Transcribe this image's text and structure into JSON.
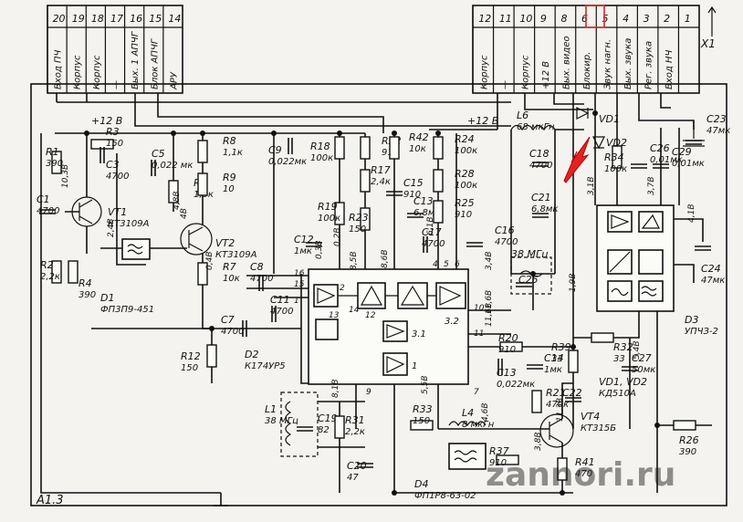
{
  "board_label": "A1.3",
  "watermark": "zannori.ru",
  "connector_label": "X1",
  "left_connector": {
    "pins": [
      {
        "num": "20",
        "name": "Вход ПЧ"
      },
      {
        "num": "19",
        "name": "Корпус"
      },
      {
        "num": "18",
        "name": "Корпус"
      },
      {
        "num": "17",
        "name": "—"
      },
      {
        "num": "16",
        "name": "Вых. 1 АПЧГ"
      },
      {
        "num": "15",
        "name": "Блок АПЧГ"
      },
      {
        "num": "14",
        "name": "АРУ"
      }
    ]
  },
  "right_connector": {
    "pins": [
      {
        "num": "12",
        "name": "Корпус"
      },
      {
        "num": "11",
        "name": "—"
      },
      {
        "num": "10",
        "name": "Корпус"
      },
      {
        "num": "9",
        "name": "+12 В"
      },
      {
        "num": "8",
        "name": "Вых. видео"
      },
      {
        "num": "6",
        "name": "Блокир."
      },
      {
        "num": "5",
        "name": "Звук нагн."
      },
      {
        "num": "4",
        "name": "Вых. звука"
      },
      {
        "num": "3",
        "name": "Рег. звука"
      },
      {
        "num": "2",
        "name": "Вход НЧ"
      },
      {
        "num": "1",
        "name": ""
      }
    ]
  },
  "supply_labels": {
    "left": "+12 В",
    "mid": "+12 В"
  },
  "components": {
    "R1": {
      "ref": "R1",
      "value": "390"
    },
    "R2": {
      "ref": "R2",
      "value": "2,2к"
    },
    "R3": {
      "ref": "R3",
      "value": "150"
    },
    "C3": {
      "ref": "C3",
      "value": "4700"
    },
    "C1": {
      "ref": "C1",
      "value": "4700"
    },
    "VT1": {
      "ref": "VT1",
      "value": "КТ3109А"
    },
    "R4": {
      "ref": "R4",
      "value": "390"
    },
    "D1": {
      "ref": "D1",
      "value": "ФП3П9-451"
    },
    "C5": {
      "ref": "C5",
      "value": "0,022 мк"
    },
    "R8": {
      "ref": "R8",
      "value": "1,1к"
    },
    "R6": {
      "ref": "R6",
      "value": "1,5к"
    },
    "R9": {
      "ref": "R9",
      "value": "10"
    },
    "VT2": {
      "ref": "VT2",
      "value": "КТ3109А"
    },
    "R7": {
      "ref": "R7",
      "value": "10к"
    },
    "C9": {
      "ref": "C9",
      "value": "0,022мк"
    },
    "R18": {
      "ref": "R18",
      "value": "100к"
    },
    "R22": {
      "ref": "R22",
      "value": "910"
    },
    "R42": {
      "ref": "R42",
      "value": "10к"
    },
    "R17": {
      "ref": "R17",
      "value": "2,4к"
    },
    "C15": {
      "ref": "C15",
      "value": "910"
    },
    "R23": {
      "ref": "R23",
      "value": "150"
    },
    "C13": {
      "ref": "C13",
      "value": "6,8мк"
    },
    "R24": {
      "ref": "R24",
      "value": "100к"
    },
    "R28": {
      "ref": "R28",
      "value": "100к"
    },
    "R25": {
      "ref": "R25",
      "value": "910"
    },
    "R19": {
      "ref": "R19",
      "value": "100к"
    },
    "C12": {
      "ref": "C12",
      "value": "1мк"
    },
    "C17": {
      "ref": "C17",
      "value": "4700"
    },
    "C16": {
      "ref": "C16",
      "value": "4700"
    },
    "C8": {
      "ref": "C8",
      "value": "4700"
    },
    "C11": {
      "ref": "C11",
      "value": "4700"
    },
    "C7": {
      "ref": "C7",
      "value": "4700"
    },
    "R12": {
      "ref": "R12",
      "value": "150"
    },
    "D2": {
      "ref": "D2",
      "value": "К174УР5"
    },
    "L6": {
      "ref": "L6",
      "value": "68 мкГн"
    },
    "C18": {
      "ref": "C18",
      "value": "4700"
    },
    "C21": {
      "ref": "C21",
      "value": "6,8мк"
    },
    "C25": {
      "ref": "C25",
      "value": ""
    },
    "R20": {
      "ref": "R20",
      "value": "910"
    },
    "C13b": {
      "ref": "C13",
      "value": "0,022мк"
    },
    "C14": {
      "ref": "C14",
      "value": "1мк"
    },
    "R39": {
      "ref": "R39",
      "value": "33"
    },
    "C22": {
      "ref": "C22",
      "value": ""
    },
    "L1": {
      "ref": "L1",
      "value": "38 МГц"
    },
    "C19": {
      "ref": "C19",
      "value": "82"
    },
    "R31": {
      "ref": "R31",
      "value": "2,2к"
    },
    "C20": {
      "ref": "C20",
      "value": "47"
    },
    "R33": {
      "ref": "R33",
      "value": "150"
    },
    "L4": {
      "ref": "L4",
      "value": "8 мкГн"
    },
    "D4": {
      "ref": "D4",
      "value": "ФП1Р8-63-02"
    },
    "R37": {
      "ref": "R37",
      "value": "910"
    },
    "R21": {
      "ref": "R21",
      "value": "470к"
    },
    "VT4": {
      "ref": "VT4",
      "value": "КТ315Б"
    },
    "R41": {
      "ref": "R41",
      "value": "470"
    },
    "VD1": {
      "ref": "VD1",
      "value": ""
    },
    "VD2": {
      "ref": "VD2",
      "value": ""
    },
    "VD12": {
      "ref": "VD1, VD2",
      "value": "КД510А"
    },
    "R34": {
      "ref": "R34",
      "value": "100к"
    },
    "C26": {
      "ref": "C26",
      "value": "0,01мк"
    },
    "C29": {
      "ref": "C29",
      "value": "0,01мк"
    },
    "C23": {
      "ref": "C23",
      "value": "47мк"
    },
    "C24": {
      "ref": "C24",
      "value": "47мк"
    },
    "D3": {
      "ref": "D3",
      "value": "УПЧЗ-2"
    },
    "R32": {
      "ref": "R32",
      "value": "33"
    },
    "C27": {
      "ref": "C27",
      "value": "50мк"
    },
    "R26": {
      "ref": "R26",
      "value": "390"
    },
    "Q38": {
      "ref": "38 МГц",
      "value": ""
    }
  },
  "voltages": [
    "10,3В",
    "2,4В",
    "4В",
    "4,8В",
    "0,4В",
    "0,3В",
    "8,5В",
    "6,1В",
    "8,6В",
    "3,4В",
    "11,6В",
    "5,5В",
    "8,1В",
    "4,6В",
    "3,8В",
    "11,3В",
    "1,9В",
    "5,4В",
    "4,1В",
    "3,1В",
    "3,7В",
    "0,2В",
    "11,6В"
  ],
  "ic_pins": {
    "d2_left": [
      "16",
      "15",
      "1",
      "2",
      "14"
    ],
    "d2_top": [
      "13",
      "12",
      "4",
      "5",
      "6"
    ],
    "d2_right": [
      "10",
      "11",
      "9",
      "7"
    ],
    "d2_blocks": [
      "3.1",
      "3.2",
      "1"
    ]
  }
}
